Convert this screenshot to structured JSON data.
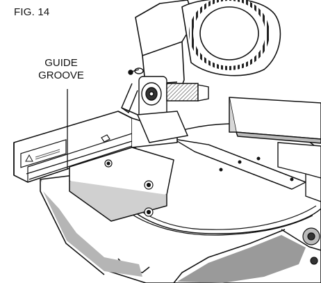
{
  "figure": {
    "label": "FIG. 14",
    "callout": [
      "GUIDE",
      "GROOVE"
    ],
    "subject": "miter saw with fence and base",
    "colors": {
      "line": "#111111",
      "fill": "#ffffff",
      "shade": "#9a9a9a",
      "dark": "#2a2a2a"
    }
  }
}
